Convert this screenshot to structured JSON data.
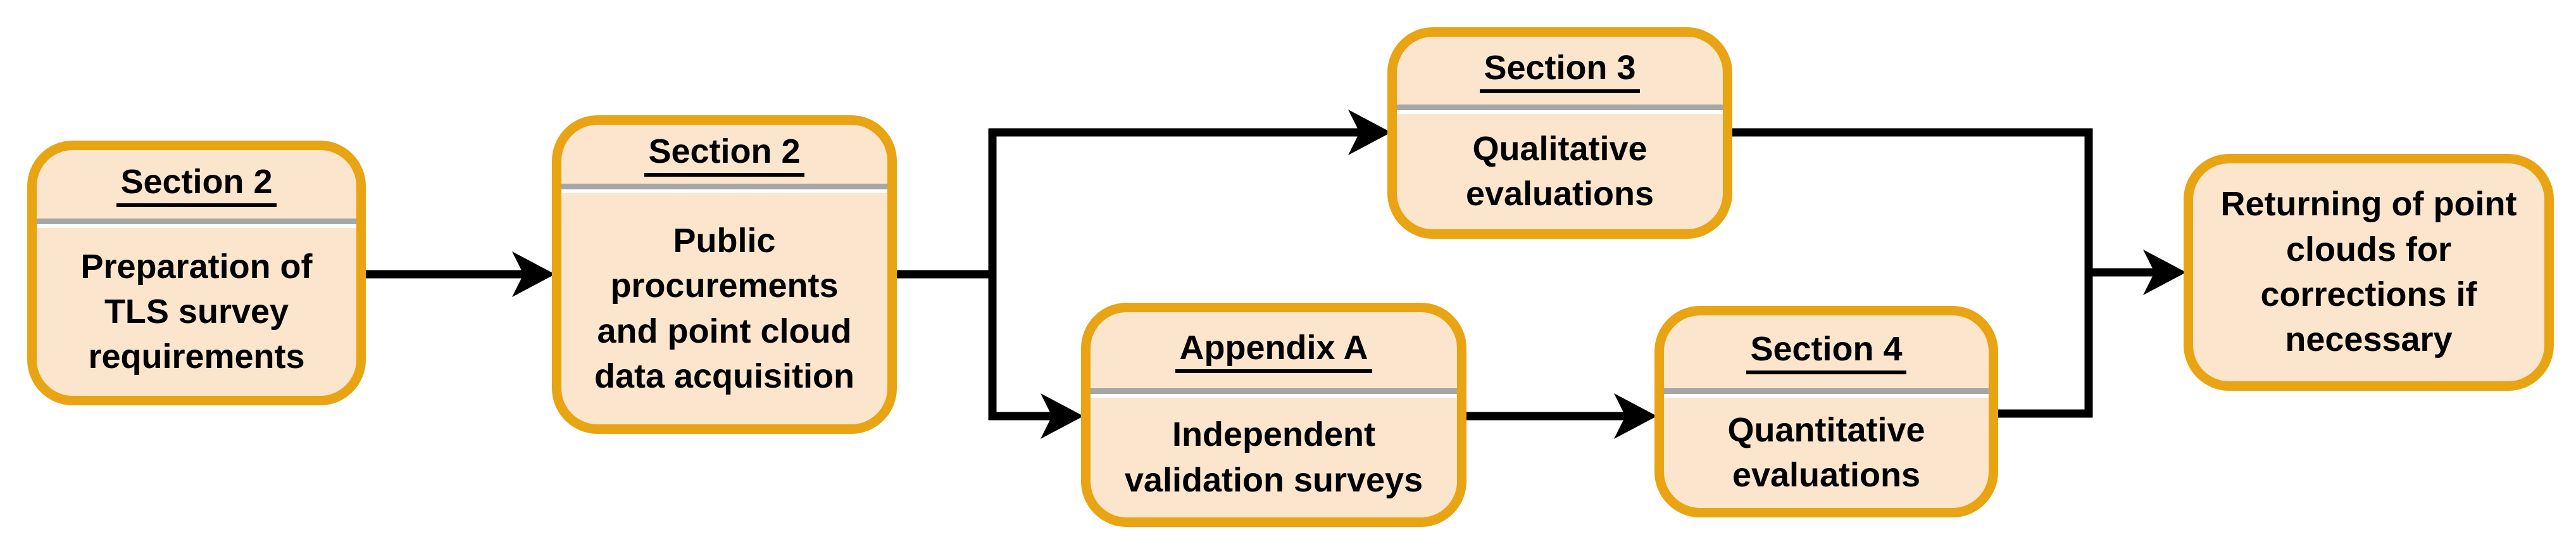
{
  "diagram": {
    "title_hint": "TLS point cloud procurement and evaluation workflow",
    "nodes": [
      {
        "id": "preparation",
        "header": "Section 2",
        "body": "Preparation of\nTLS survey\nrequirements"
      },
      {
        "id": "procurement",
        "header": "Section 2",
        "body": "Public\nprocurements\nand point cloud\ndata acquisition"
      },
      {
        "id": "qualitative-evaluations",
        "header": "Section 3",
        "body": "Qualitative\nevaluations"
      },
      {
        "id": "independent-validation",
        "header": "Appendix A",
        "body": "Independent\nvalidation surveys"
      },
      {
        "id": "quantitative-evaluations",
        "header": "Section 4",
        "body": "Quantitative\nevaluations"
      },
      {
        "id": "returning",
        "header": "",
        "body": "Returning of point\nclouds for\ncorrections if\nnecessary"
      }
    ],
    "edges": [
      {
        "from": "preparation",
        "to": "procurement"
      },
      {
        "from": "procurement",
        "to": "qualitative-evaluations"
      },
      {
        "from": "procurement",
        "to": "independent-validation"
      },
      {
        "from": "independent-validation",
        "to": "quantitative-evaluations"
      },
      {
        "from": "qualitative-evaluations",
        "to": "returning"
      },
      {
        "from": "quantitative-evaluations",
        "to": "returning"
      }
    ]
  },
  "theme": {
    "canvas_bg": "#FFFFFF",
    "node_border": "#E8A412",
    "node_fill": "#FBE5CC",
    "divider_gray": "#A6A6A6",
    "divider_highlight": "#FFFFFF",
    "arrow_color": "#000000",
    "text_color": "#000000"
  }
}
